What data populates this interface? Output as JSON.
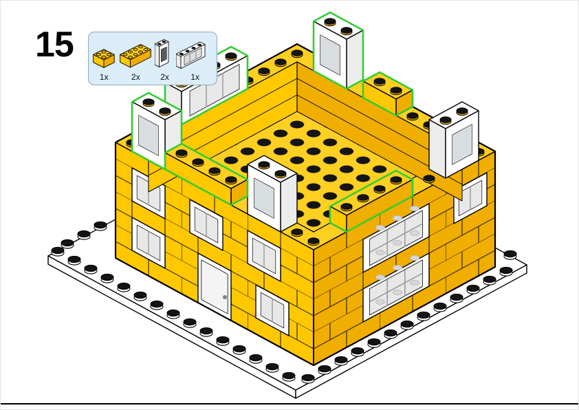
{
  "step": {
    "number": "15"
  },
  "parts_callout": {
    "items": [
      {
        "icon": "brick-2x2-yellow-icon",
        "count": "1x"
      },
      {
        "icon": "brick-2x4-yellow-icon",
        "count": "2x"
      },
      {
        "icon": "window-frame-1x2x3-white-icon",
        "count": "2x"
      },
      {
        "icon": "window-1x4x2-white-icon",
        "count": "1x"
      }
    ]
  },
  "colors": {
    "brick_yellow": "#FFC800",
    "brick_yellow_dark": "#F0AE00",
    "brick_yellow_top": "#FFD021",
    "highlight_green": "#33CC33",
    "callout_bg": "#DAEDF9",
    "callout_border": "#8FA8B8",
    "glass": "#E8E8E8",
    "stud_black": "#141414"
  }
}
